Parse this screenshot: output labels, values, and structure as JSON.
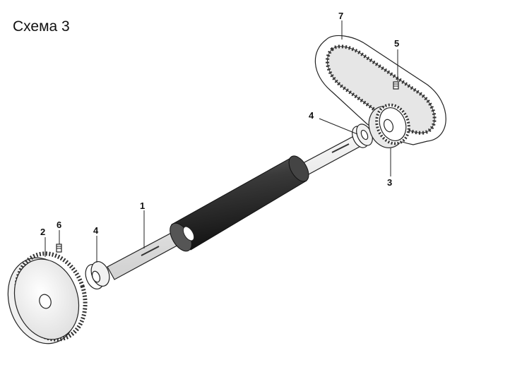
{
  "diagram": {
    "title": "Схема 3",
    "callouts": [
      {
        "id": "c1",
        "label": "1"
      },
      {
        "id": "c2",
        "label": "2"
      },
      {
        "id": "c3",
        "label": "3"
      },
      {
        "id": "c4a",
        "label": "4"
      },
      {
        "id": "c4b",
        "label": "4"
      },
      {
        "id": "c5",
        "label": "5"
      },
      {
        "id": "c6",
        "label": "6"
      },
      {
        "id": "c7",
        "label": "7"
      }
    ]
  },
  "colors": {
    "roller": "#2e2e2e",
    "outline": "#222222",
    "paper": "#ffffff"
  }
}
